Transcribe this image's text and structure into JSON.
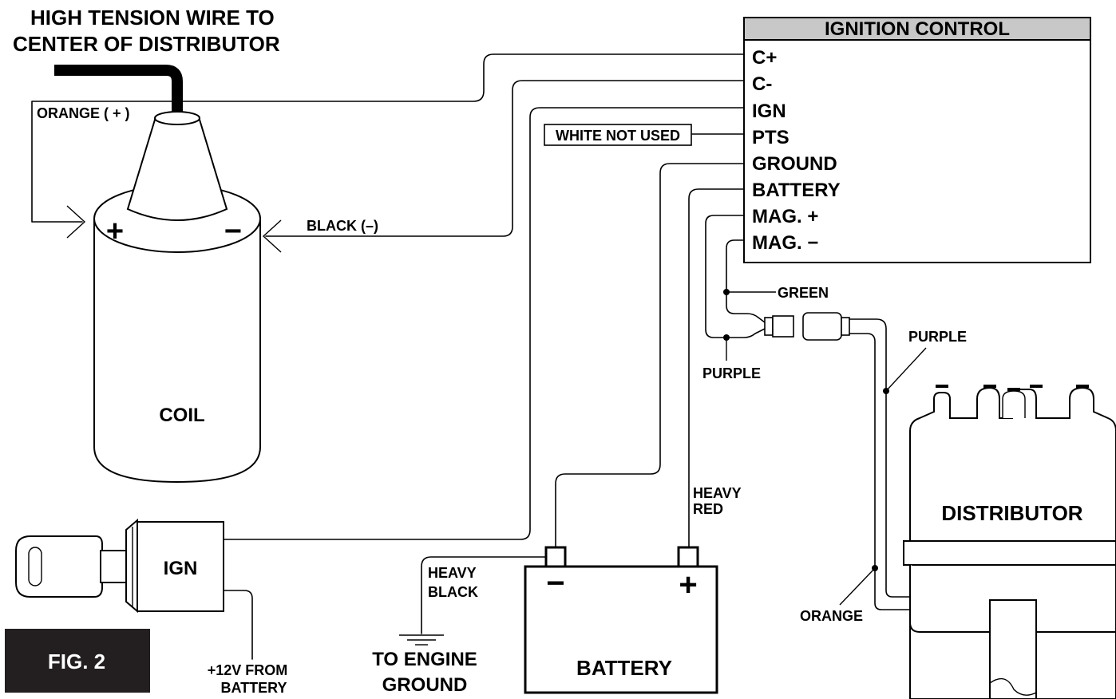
{
  "header": {
    "line1": "HIGH TENSION WIRE TO",
    "line2": "CENTER OF DISTRIBUTOR"
  },
  "ignition_control": {
    "title": "IGNITION CONTROL",
    "terminals": [
      "C+",
      "C-",
      "IGN",
      "PTS",
      "GROUND",
      "BATTERY",
      "MAG. +",
      "MAG. −"
    ]
  },
  "coil": {
    "label": "COIL",
    "plus": "+",
    "minus": "−"
  },
  "wires": {
    "orange_plus": "ORANGE ( + )",
    "black_minus": "BLACK (–)",
    "white_not_used": "WHITE NOT USED",
    "green": "GREEN",
    "purple_left": "PURPLE",
    "purple_right": "PURPLE",
    "orange": "ORANGE",
    "heavy_red_1": "HEAVY",
    "heavy_red_2": "RED",
    "heavy_black_1": "HEAVY",
    "heavy_black_2": "BLACK"
  },
  "ign_switch": {
    "label": "IGN"
  },
  "from_battery": {
    "line1": "+12V FROM",
    "line2": "BATTERY"
  },
  "engine_ground": {
    "line1": "TO ENGINE",
    "line2": "GROUND"
  },
  "battery": {
    "label": "BATTERY",
    "minus": "−",
    "plus": "+"
  },
  "distributor": {
    "label": "DISTRIBUTOR"
  },
  "figure": {
    "label": "FIG. 2"
  },
  "colors": {
    "ink": "#000000",
    "title_bar": "#c8c8c8",
    "fig_badge": "#231f20"
  }
}
